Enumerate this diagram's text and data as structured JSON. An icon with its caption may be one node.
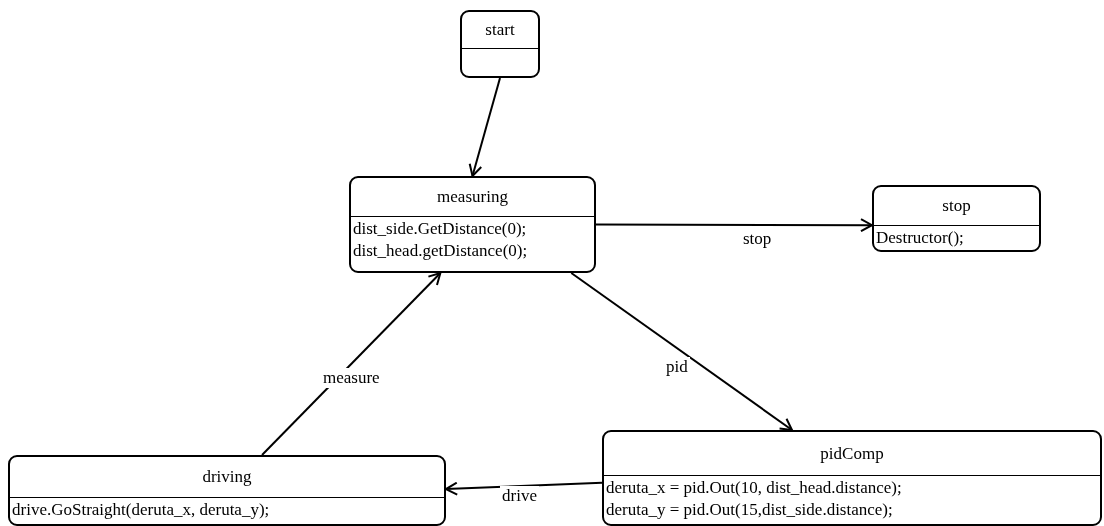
{
  "diagram": {
    "nodes": [
      {
        "text": [
          "start"
        ]
      },
      {
        "text": [
          "measuring",
          "dist_side.GetDistance(0);",
          "dist_head.getDistance(0);"
        ]
      },
      {
        "text": [
          "stop",
          "Destructor();"
        ]
      },
      {
        "text": [
          "pidComp",
          "deruta_x = pid.Out(10, dist_head.distance);",
          "deruta_y = pid.Out(15,dist_side.distance);"
        ]
      },
      {
        "text": [
          "driving",
          "drive.GoStraight(deruta_x, deruta_y);"
        ]
      }
    ],
    "edges": [
      {
        "from": 0,
        "to": 1,
        "arrow": "to"
      },
      {
        "from": 1,
        "to": 2,
        "arrow": "to",
        "label": "stop"
      },
      {
        "from": 1,
        "to": 3,
        "arrow": "to",
        "label": "pid"
      },
      {
        "from": 3,
        "to": 4,
        "arrow": "to",
        "label": "drive"
      },
      {
        "from": 4,
        "to": 1,
        "arrow": "to",
        "label": "measure"
      }
    ]
  }
}
